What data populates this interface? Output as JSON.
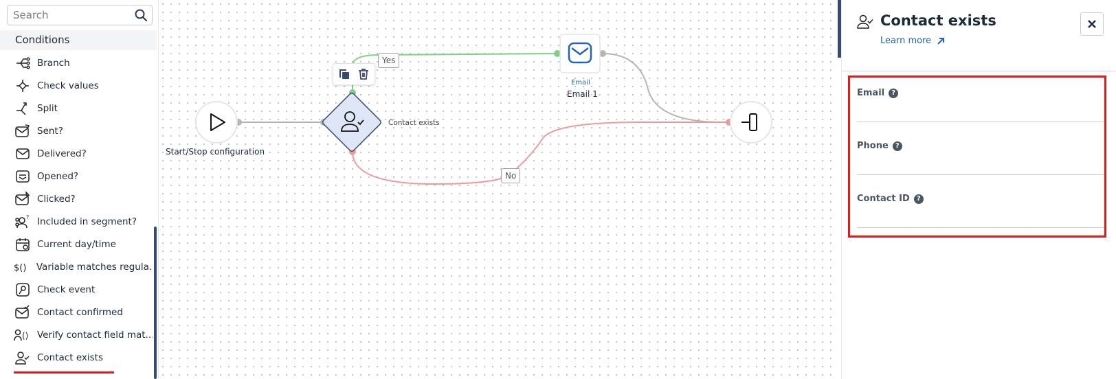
{
  "sidebar": {
    "search_placeholder": "Search",
    "section": "Conditions",
    "items": [
      {
        "label": "Branch",
        "icon": "branch-icon"
      },
      {
        "label": "Check values",
        "icon": "check-values-icon"
      },
      {
        "label": "Split",
        "icon": "split-icon"
      },
      {
        "label": "Sent?",
        "icon": "sent-envelope-icon"
      },
      {
        "label": "Delivered?",
        "icon": "delivered-envelope-icon"
      },
      {
        "label": "Opened?",
        "icon": "opened-envelope-icon"
      },
      {
        "label": "Clicked?",
        "icon": "clicked-envelope-icon"
      },
      {
        "label": "Included in segment?",
        "icon": "segment-people-icon"
      },
      {
        "label": "Current day/time",
        "icon": "calendar-clock-icon"
      },
      {
        "label": "Variable matches regula...",
        "icon": "variable-regex-icon"
      },
      {
        "label": "Check event",
        "icon": "check-event-icon"
      },
      {
        "label": "Contact confirmed",
        "icon": "contact-confirmed-icon"
      },
      {
        "label": "Verify contact field mat...",
        "icon": "verify-contact-field-icon"
      },
      {
        "label": "Contact exists",
        "icon": "contact-exists-icon"
      }
    ]
  },
  "canvas": {
    "start_label": "Start/Stop configuration",
    "condition_label": "Contact exists",
    "email_type": "Email",
    "email_name": "Email 1",
    "yes_label": "Yes",
    "no_label": "No"
  },
  "panel": {
    "title": "Contact exists",
    "learn_more": "Learn more",
    "fields": [
      {
        "label": "Email",
        "value": ""
      },
      {
        "label": "Phone",
        "value": ""
      },
      {
        "label": "Contact ID",
        "value": ""
      }
    ]
  },
  "colors": {
    "accent": "#2563b6",
    "yes_line": "#7fcf85",
    "no_line": "#ef9a9a",
    "highlight": "#e01b1b",
    "node_fill": "#dfe6f7"
  }
}
